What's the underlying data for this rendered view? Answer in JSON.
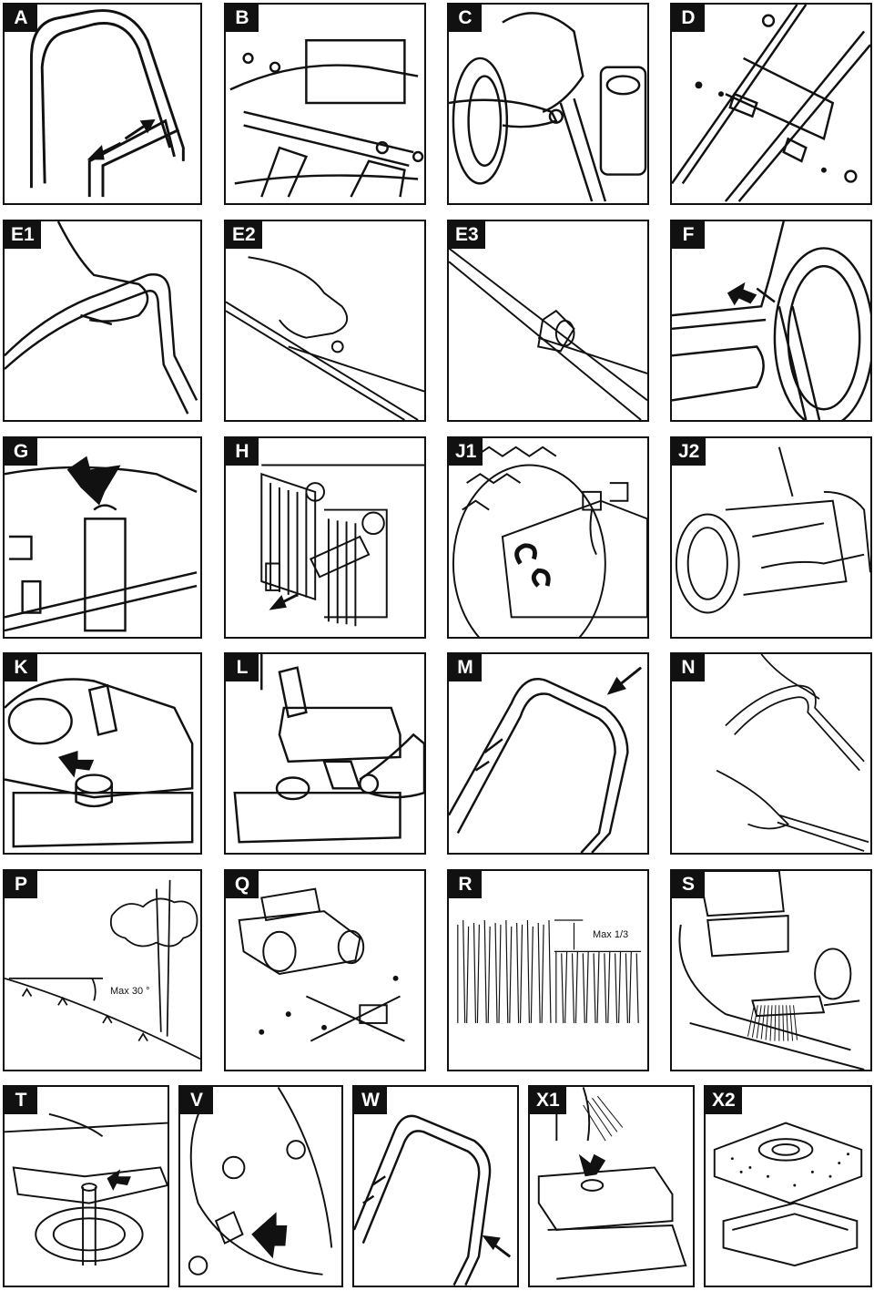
{
  "panels": [
    {
      "label": "A"
    },
    {
      "label": "B"
    },
    {
      "label": "C"
    },
    {
      "label": "D"
    },
    {
      "label": "E1"
    },
    {
      "label": "E2"
    },
    {
      "label": "E3"
    },
    {
      "label": "F"
    },
    {
      "label": "G"
    },
    {
      "label": "H"
    },
    {
      "label": "J1"
    },
    {
      "label": "J2"
    },
    {
      "label": "K"
    },
    {
      "label": "L"
    },
    {
      "label": "M"
    },
    {
      "label": "N"
    },
    {
      "label": "P"
    },
    {
      "label": "Q"
    },
    {
      "label": "R"
    },
    {
      "label": "S"
    },
    {
      "label": "T"
    },
    {
      "label": "V"
    },
    {
      "label": "W"
    },
    {
      "label": "X1"
    },
    {
      "label": "X2"
    }
  ],
  "annotations": {
    "slope": "Max 30 °",
    "grass_height": "Max 1/3"
  }
}
